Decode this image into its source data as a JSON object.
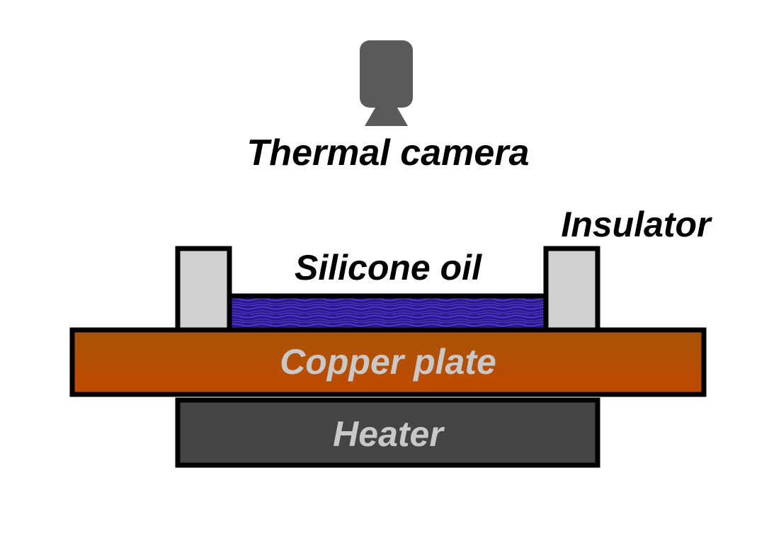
{
  "labels": {
    "camera": "Thermal camera",
    "insulator": "Insulator",
    "oil": "Silicone oil",
    "copper": "Copper plate",
    "heater": "Heater"
  },
  "colors": {
    "camera_body": "#5a5a5a",
    "insulator_fill": "#d0d0d0",
    "oil_dark": "#2a1a8a",
    "oil_light": "#5a3ae0",
    "copper_top": "#a8550a",
    "copper_bottom": "#c04a00",
    "heater_fill": "#444444",
    "outline": "#000000",
    "dark_text": "#000000",
    "light_text": "#c8c8c8"
  }
}
